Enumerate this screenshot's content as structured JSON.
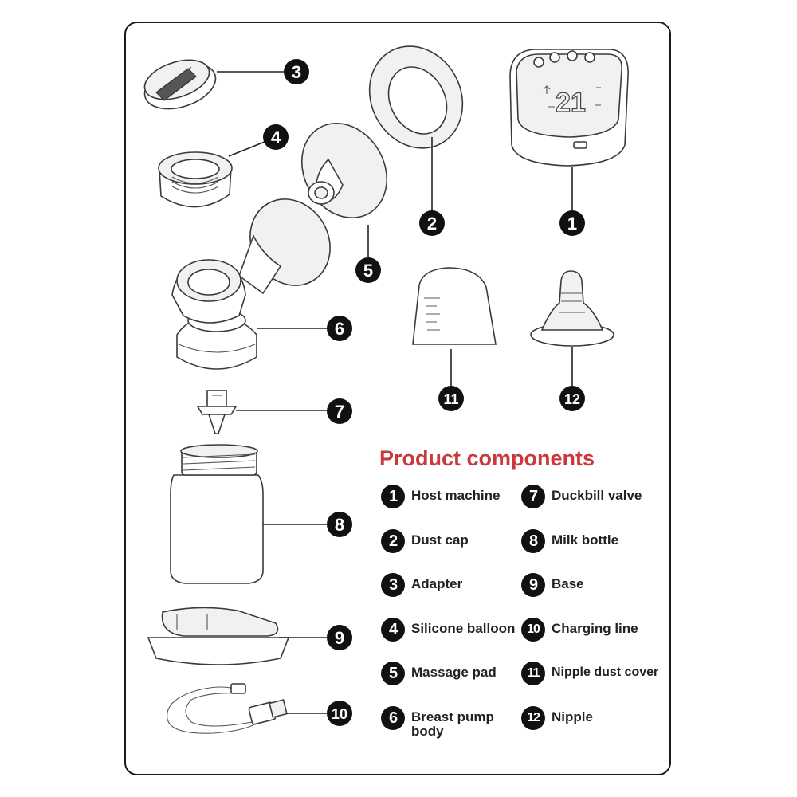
{
  "title": "Product components",
  "title_color": "#c8383c",
  "callouts": [
    "1",
    "2",
    "3",
    "4",
    "5",
    "6",
    "7",
    "8",
    "9",
    "10",
    "11",
    "12"
  ],
  "components": [
    {
      "num": "1",
      "label": "Host machine"
    },
    {
      "num": "2",
      "label": "Dust cap"
    },
    {
      "num": "3",
      "label": "Adapter"
    },
    {
      "num": "4",
      "label": "Silicone balloon"
    },
    {
      "num": "5",
      "label": "Massage pad"
    },
    {
      "num": "6",
      "label": "Breast pump body"
    },
    {
      "num": "7",
      "label": "Duckbill valve"
    },
    {
      "num": "8",
      "label": "Milk bottle"
    },
    {
      "num": "9",
      "label": "Base"
    },
    {
      "num": "10",
      "label": "Charging line"
    },
    {
      "num": "11",
      "label": "Nipple dust cover"
    },
    {
      "num": "12",
      "label": "Nipple"
    }
  ],
  "display_reading": "21"
}
